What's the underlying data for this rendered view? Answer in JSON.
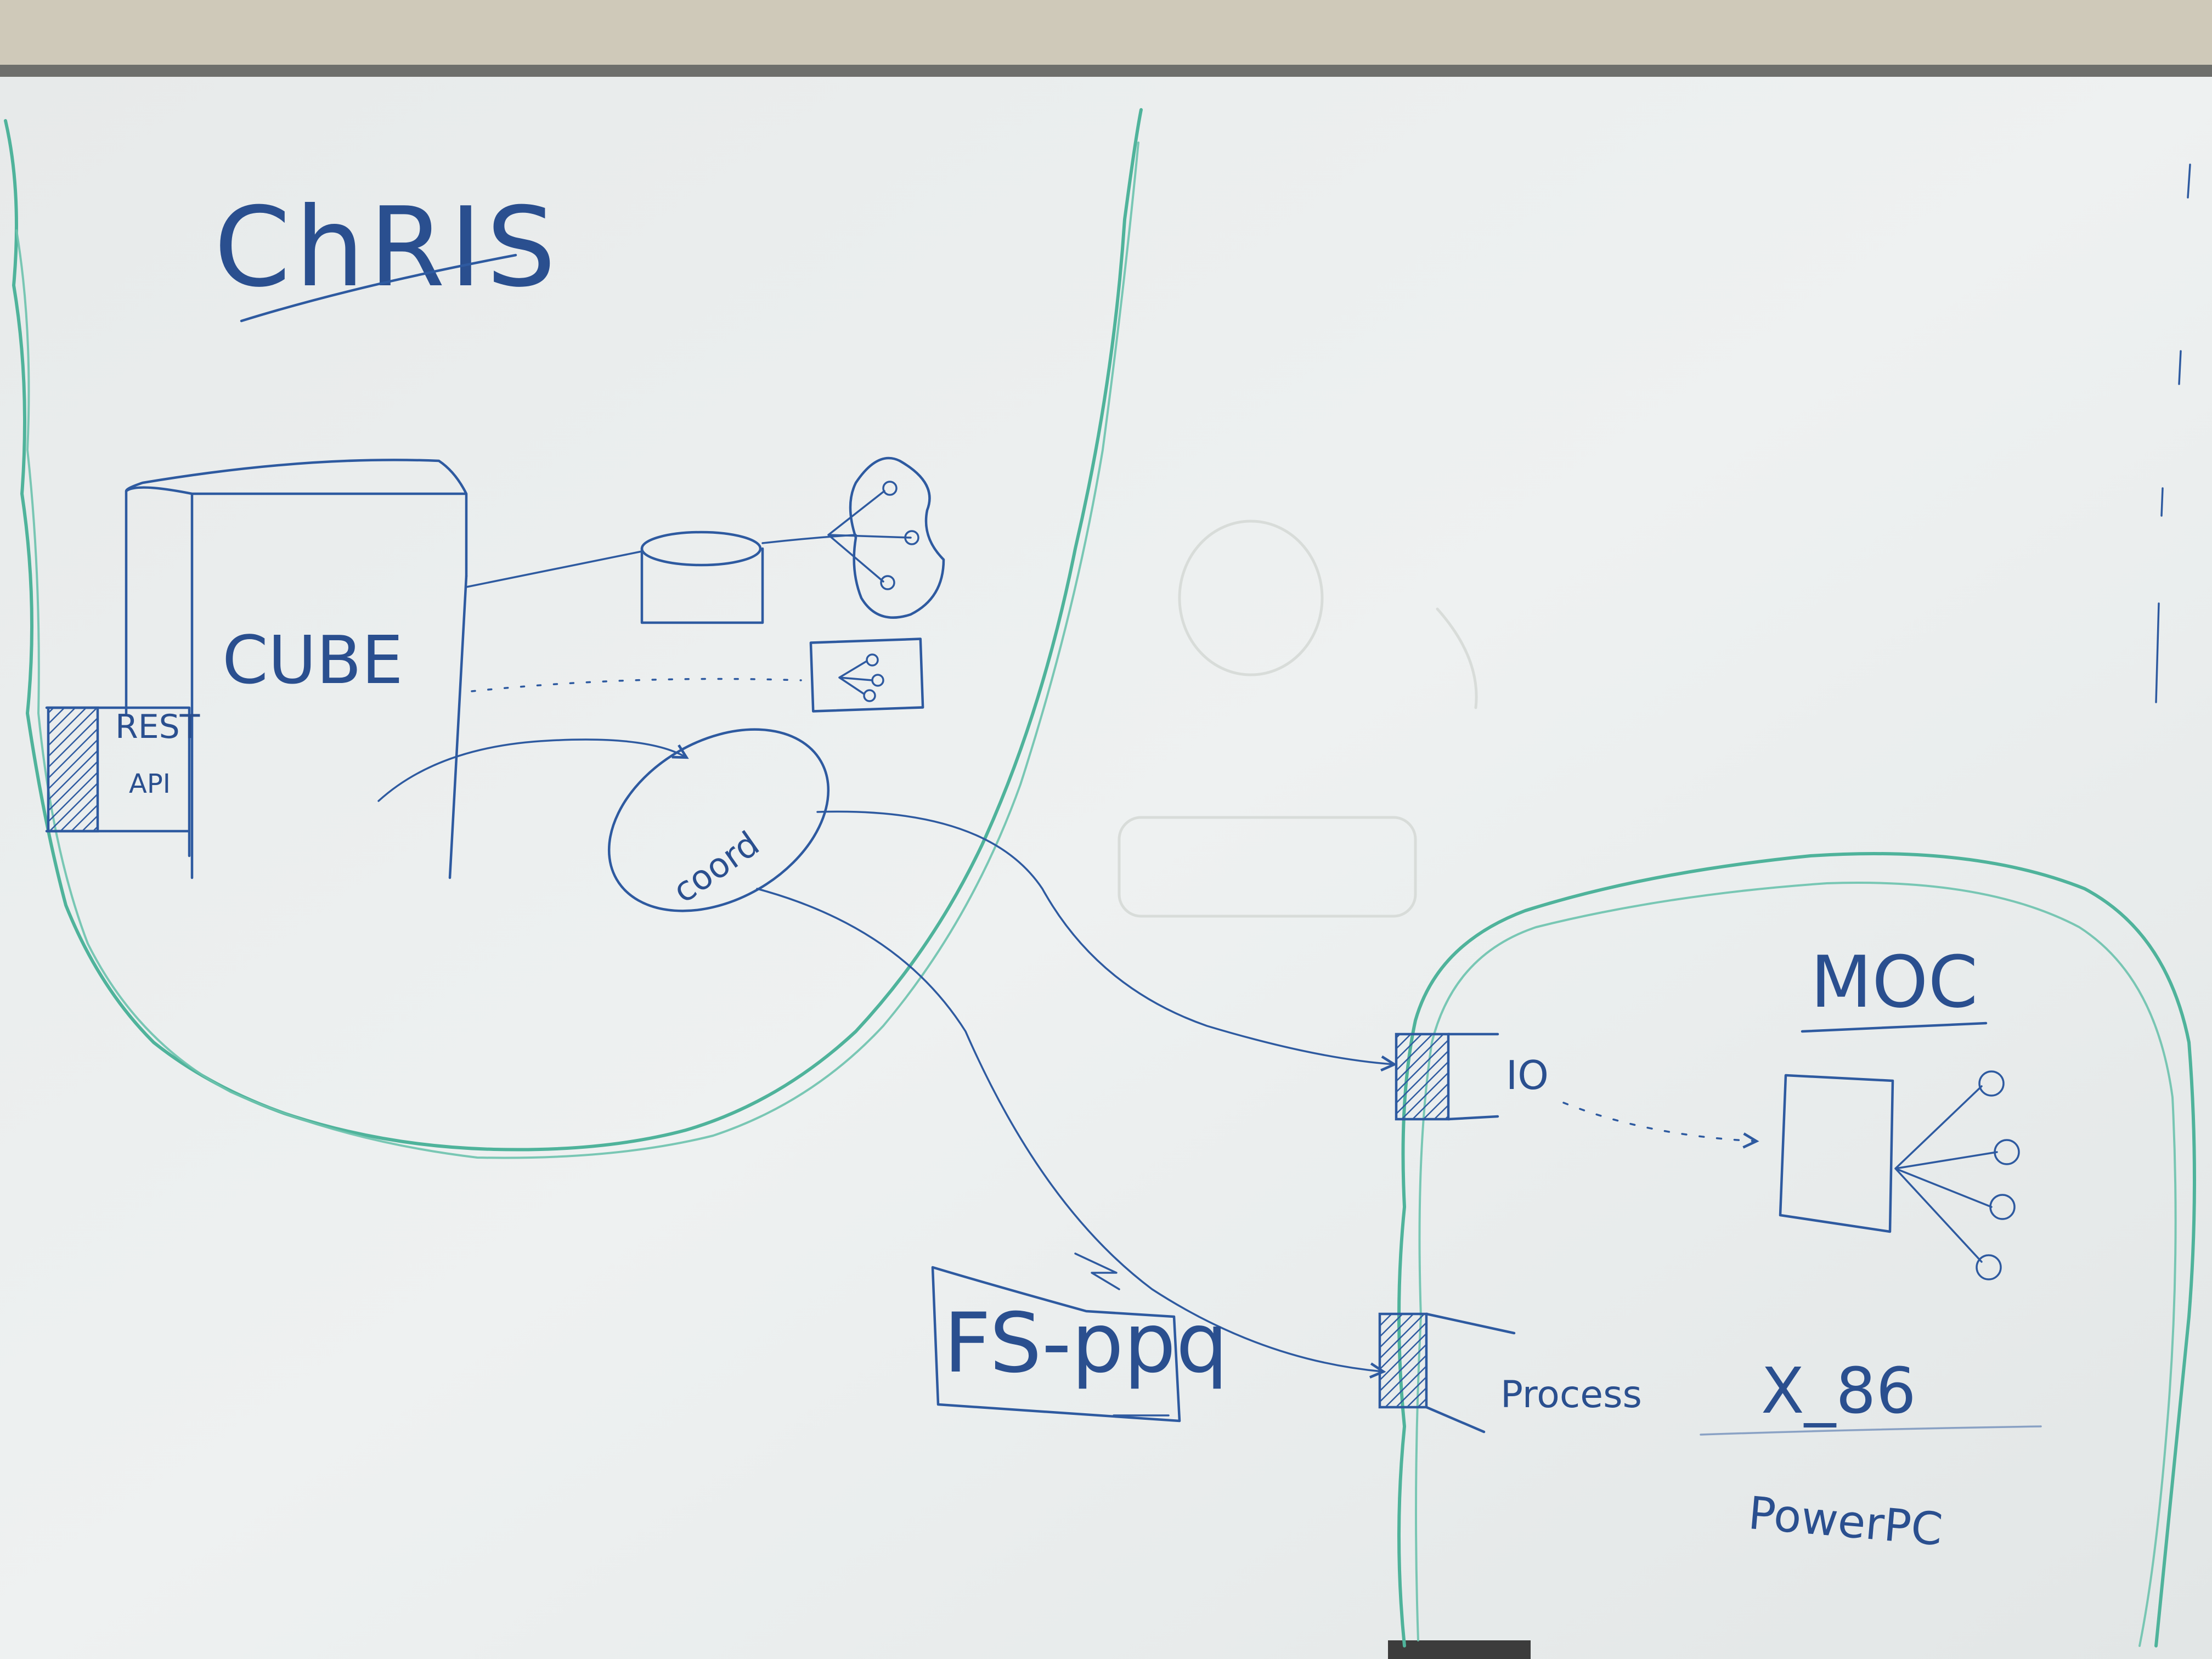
{
  "labels": {
    "chris": "ChRIS",
    "cube": "CUBE",
    "rest": "REST",
    "api": "API",
    "coord": "coord",
    "moc": "MOC",
    "io": "IO",
    "process": "Process",
    "fs_ppq": "FS-ppq",
    "x86": "X_86",
    "powerpc": "PowerPC"
  },
  "colors": {
    "marker_blue": "#2e5aa0",
    "marker_teal": "#4fb39b",
    "board": "#eceff0",
    "wall": "#c9c4b6",
    "frame": "#6e6f6c"
  }
}
